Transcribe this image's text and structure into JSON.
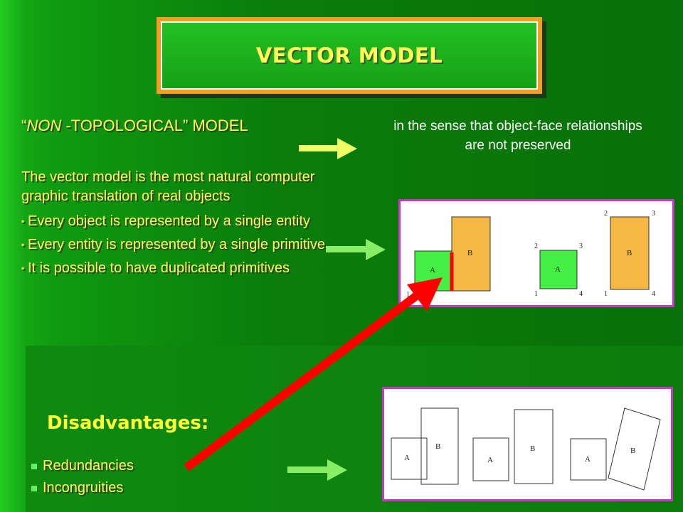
{
  "title": "VECTOR MODEL",
  "heading": {
    "quote_open": "“",
    "italic_part": "NON",
    "rest": " -TOPOLOGICAL” MODEL"
  },
  "note": {
    "line1": "in the sense that object-face relationships",
    "line2": "are not preserved"
  },
  "body": {
    "intro": "The vector model is the most natural computer graphic translation of real objects",
    "bullets": [
      "Every object is represented by a single entity",
      "Every entity is represented by a single primitive",
      "It is possible to have duplicated primitives"
    ],
    "bullet_mark": "▪"
  },
  "disadvantages": {
    "title": "Disadvantages:",
    "items": [
      "Redundancies",
      "Incongruities"
    ]
  },
  "figure_top": {
    "labels": {
      "a": "A",
      "b": "B",
      "n1": "1",
      "n2": "2",
      "n3": "3",
      "n4": "4"
    }
  },
  "figure_bottom": {
    "labels": {
      "a": "A",
      "b": "B"
    }
  },
  "colors": {
    "title_yellow": "#ffff55",
    "frame_magenta": "#cc33cc",
    "box_a_green": "#44ee44",
    "box_b_orange": "#f5b943",
    "red_arrow": "#ff0000",
    "arrow_yellow": "#eeff66",
    "arrow_green": "#88ee66"
  }
}
